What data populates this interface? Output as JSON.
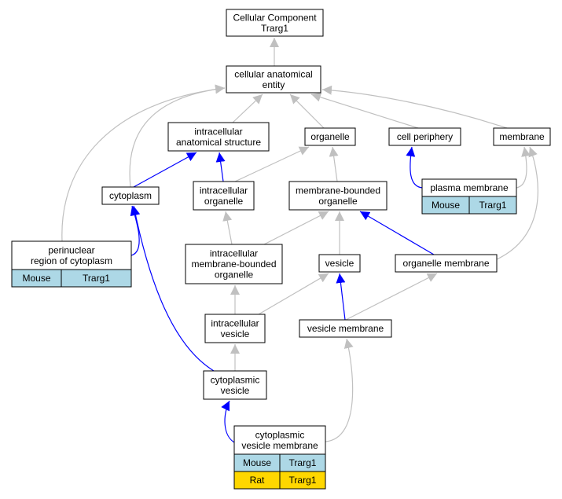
{
  "colors": {
    "gray_edge": "#c0c0c0",
    "blue_edge": "#0000ff",
    "mouse_cell": "#add8e6",
    "rat_cell": "#ffd700"
  },
  "nodes": {
    "root": {
      "lines": [
        "Cellular Component",
        "Trarg1"
      ]
    },
    "cae": {
      "lines": [
        "cellular anatomical",
        "entity"
      ]
    },
    "ias": {
      "lines": [
        "intracellular",
        "anatomical structure"
      ]
    },
    "organelle": {
      "lines": [
        "organelle"
      ]
    },
    "cellperiph": {
      "lines": [
        "cell periphery"
      ]
    },
    "membrane": {
      "lines": [
        "membrane"
      ]
    },
    "cytoplasm": {
      "lines": [
        "cytoplasm"
      ]
    },
    "intorg": {
      "lines": [
        "intracellular",
        "organelle"
      ]
    },
    "mbo": {
      "lines": [
        "membrane-bounded",
        "organelle"
      ]
    },
    "pm": {
      "lines": [
        "plasma membrane"
      ],
      "rows": [
        {
          "species": "Mouse",
          "gene": "Trarg1",
          "color": "mouse"
        }
      ]
    },
    "perinuc": {
      "lines": [
        "perinuclear",
        "region of cytoplasm"
      ],
      "rows": [
        {
          "species": "Mouse",
          "gene": "Trarg1",
          "color": "mouse"
        }
      ]
    },
    "imbo": {
      "lines": [
        "intracellular",
        "membrane-bounded",
        "organelle"
      ]
    },
    "vesicle": {
      "lines": [
        "vesicle"
      ]
    },
    "orgmem": {
      "lines": [
        "organelle membrane"
      ]
    },
    "intves": {
      "lines": [
        "intracellular",
        "vesicle"
      ]
    },
    "vesmem": {
      "lines": [
        "vesicle membrane"
      ]
    },
    "cytves": {
      "lines": [
        "cytoplasmic",
        "vesicle"
      ]
    },
    "cvm": {
      "lines": [
        "cytoplasmic",
        "vesicle membrane"
      ],
      "rows": [
        {
          "species": "Mouse",
          "gene": "Trarg1",
          "color": "mouse"
        },
        {
          "species": "Rat",
          "gene": "Trarg1",
          "color": "rat"
        }
      ]
    }
  },
  "edges": [
    {
      "from": "cae",
      "to": "root",
      "type": "is_a"
    },
    {
      "from": "ias",
      "to": "cae",
      "type": "is_a"
    },
    {
      "from": "organelle",
      "to": "cae",
      "type": "is_a"
    },
    {
      "from": "cellperiph",
      "to": "cae",
      "type": "is_a"
    },
    {
      "from": "membrane",
      "to": "cae",
      "type": "is_a"
    },
    {
      "from": "cytoplasm",
      "to": "cae",
      "type": "is_a"
    },
    {
      "from": "perinuc",
      "to": "cae",
      "type": "is_a"
    },
    {
      "from": "cytoplasm",
      "to": "ias",
      "type": "part_of"
    },
    {
      "from": "intorg",
      "to": "ias",
      "type": "part_of"
    },
    {
      "from": "intorg",
      "to": "organelle",
      "type": "is_a"
    },
    {
      "from": "mbo",
      "to": "organelle",
      "type": "is_a"
    },
    {
      "from": "pm",
      "to": "cellperiph",
      "type": "part_of"
    },
    {
      "from": "pm",
      "to": "membrane",
      "type": "is_a"
    },
    {
      "from": "perinuc",
      "to": "cytoplasm",
      "type": "part_of"
    },
    {
      "from": "imbo",
      "to": "intorg",
      "type": "is_a"
    },
    {
      "from": "imbo",
      "to": "mbo",
      "type": "is_a"
    },
    {
      "from": "vesicle",
      "to": "mbo",
      "type": "is_a"
    },
    {
      "from": "orgmem",
      "to": "mbo",
      "type": "part_of"
    },
    {
      "from": "orgmem",
      "to": "membrane",
      "type": "is_a"
    },
    {
      "from": "intves",
      "to": "imbo",
      "type": "is_a"
    },
    {
      "from": "intves",
      "to": "vesicle",
      "type": "is_a"
    },
    {
      "from": "vesmem",
      "to": "vesicle",
      "type": "part_of"
    },
    {
      "from": "vesmem",
      "to": "orgmem",
      "type": "is_a"
    },
    {
      "from": "cytves",
      "to": "intves",
      "type": "is_a"
    },
    {
      "from": "cytves",
      "to": "cytoplasm",
      "type": "part_of"
    },
    {
      "from": "cvm",
      "to": "cytves",
      "type": "part_of"
    },
    {
      "from": "cvm",
      "to": "vesmem",
      "type": "is_a"
    }
  ]
}
